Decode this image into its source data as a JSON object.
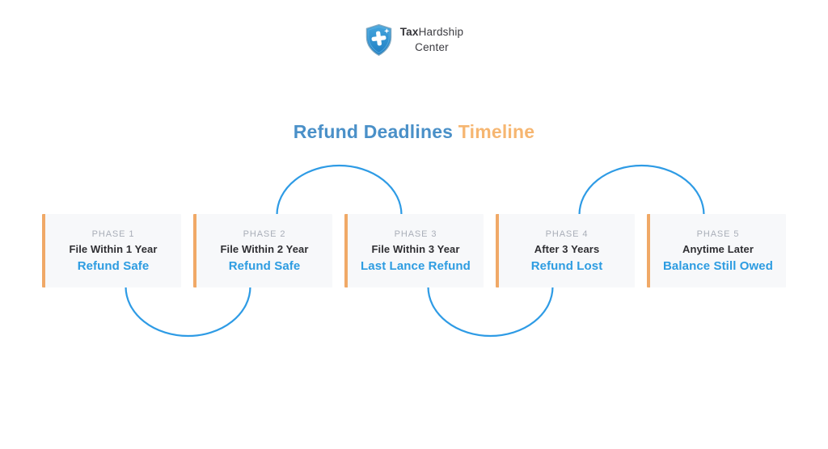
{
  "logo": {
    "shield_icon": "shield-cross-icon",
    "brand_bold": "Tax",
    "brand_regular": "Hardship",
    "brand_line2": "Center"
  },
  "title": {
    "part1": "Refund Deadlines",
    "part2": "Timeline"
  },
  "colors": {
    "title_blue": "#4A90C8",
    "title_orange": "#F6B671",
    "arc_blue": "#2E9BE5",
    "accent_bar_orange": "#F0A967",
    "card_background": "#F7F8FA",
    "phase_label_gray": "#A9AEB8",
    "status_blue": "#2D9CE1",
    "period_text_dark": "#2F2F33",
    "shield_blue": "#2E8FD0"
  },
  "phases": [
    {
      "label": "PHASE 1",
      "period": "File Within 1 Year",
      "status": "Refund Safe"
    },
    {
      "label": "PHASE 2",
      "period": "File Within 2 Year",
      "status": "Refund Safe"
    },
    {
      "label": "PHASE 3",
      "period": "File Within 3 Year",
      "status": "Last Lance Refund"
    },
    {
      "label": "PHASE 4",
      "period": "After 3 Years",
      "status": "Refund Lost"
    },
    {
      "label": "PHASE 5",
      "period": "Anytime Later",
      "status": "Balance Still Owed"
    }
  ]
}
